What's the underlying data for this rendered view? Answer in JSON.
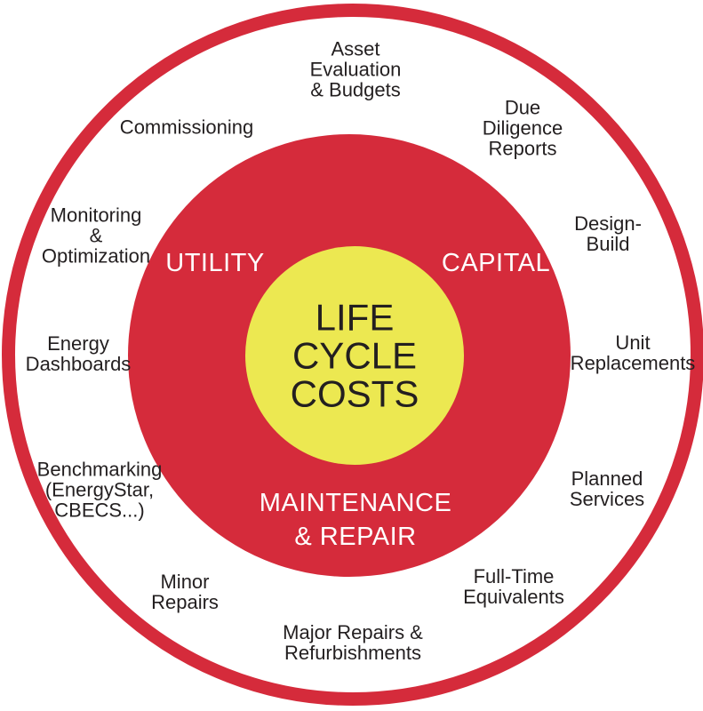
{
  "colors": {
    "red": "#D52B3B",
    "yellow": "#ECE851",
    "ink": "#231F20",
    "white": "#FFFFFF"
  },
  "diagram": {
    "type": "concentric-circles",
    "center_title": "LIFE\nCYCLE\nCOSTS",
    "ring_labels": {
      "utility": "UTILITY",
      "capital": "CAPITAL",
      "maintenance": "MAINTENANCE\n& REPAIR"
    },
    "outer_labels": [
      {
        "id": "asset-evaluation-budgets",
        "text": "Asset\nEvaluation\n& Budgets"
      },
      {
        "id": "due-diligence-reports",
        "text": "Due\nDiligence\nReports"
      },
      {
        "id": "commissioning",
        "text": "Commissioning"
      },
      {
        "id": "design-build",
        "text": "Design-Build"
      },
      {
        "id": "monitoring-optimization",
        "text": "Monitoring\n&\nOptimization"
      },
      {
        "id": "unit-replacements",
        "text": "Unit\nReplacements"
      },
      {
        "id": "energy-dashboards",
        "text": "Energy\nDashboards"
      },
      {
        "id": "planned-services",
        "text": "Planned\nServices"
      },
      {
        "id": "benchmarking",
        "text": "Benchmarking\n(EnergyStar,\nCBECS...)"
      },
      {
        "id": "full-time-equivalents",
        "text": "Full-Time\nEquivalents"
      },
      {
        "id": "minor-repairs",
        "text": "Minor\nRepairs"
      },
      {
        "id": "major-repairs-refurbishments",
        "text": "Major Repairs &\nRefurbishments"
      }
    ]
  }
}
